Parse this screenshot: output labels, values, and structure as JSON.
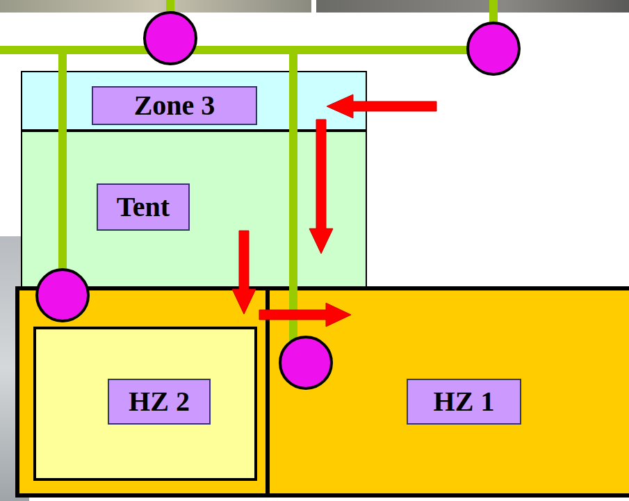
{
  "diagram": {
    "nodes": [
      {
        "text": [
          "Zone 3"
        ]
      },
      {
        "text": [
          "Tent"
        ]
      },
      {
        "text": [
          "HZ 2"
        ]
      },
      {
        "text": [
          "HZ 1"
        ]
      }
    ],
    "edges": [
      {
        "from": 0,
        "to": 1,
        "arrow": "to"
      },
      {
        "from": 1,
        "to": 2,
        "arrow": "to"
      },
      {
        "from": 2,
        "to": 3,
        "arrow": "to"
      }
    ]
  }
}
